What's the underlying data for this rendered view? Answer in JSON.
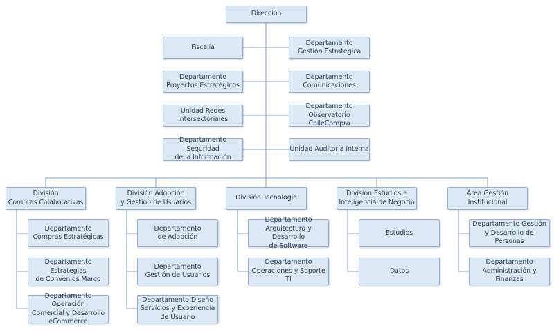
{
  "root": "Dirección",
  "staff": {
    "left": [
      "Fiscalía",
      "Departamento\nProyectos Estratégicos",
      "Unidad Redes\nIntersectoriales",
      "Departamento Seguridad\nde la Información"
    ],
    "right": [
      "Departamento\nGestión Estratégica",
      "Departamento\nComunicaciones",
      "Departamento\nObservatorio ChileCompra",
      "Unidad Auditoría Interna"
    ]
  },
  "divisions": [
    {
      "name": "División\nCompras Colaborativas",
      "units": [
        "Departamento\nCompras Estratégicas",
        "Departamento Estrategias\nde Convenios Marco",
        "Departamento Operación\nComercial y Desarrollo\neCommerce"
      ]
    },
    {
      "name": "División Adopción\ny Gestión de Usuarios",
      "units": [
        "Departamento\nde Adopción",
        "Departamento\nGestión de Usuarios",
        "Departamento Diseño\nServicios y Experiencia\nde Usuario"
      ]
    },
    {
      "name": "División Tecnología",
      "units": [
        "Departamento\nArquitectura y Desarrollo\nde Software",
        "Departamento\nOperaciones y Soporte TI"
      ]
    },
    {
      "name": "División Estudios e\nInteligencia de Negocio",
      "units": [
        "Estudios",
        "Datos"
      ]
    },
    {
      "name": "Área Gestión Institucional",
      "units": [
        "Departamento Gestión\ny Desarrollo de Personas",
        "Departamento\nAdministración y Finanzas"
      ]
    }
  ],
  "colors": {
    "box_fill": "#dce9f5",
    "box_border": "#8fb0cf",
    "connector": "#7f9fbf",
    "text": "#2b3f55"
  }
}
